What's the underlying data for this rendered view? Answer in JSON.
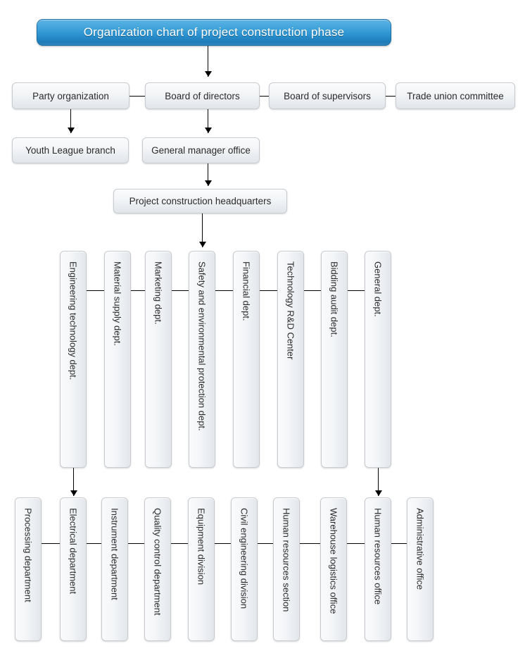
{
  "title": {
    "text": "Organization chart of project construction phase",
    "accent_color": "#2a90cf",
    "text_color": "#ffffff"
  },
  "theme": {
    "box_fill_top": "#fafbfc",
    "box_fill_bottom": "#e2e5e9",
    "box_border": "#c8ccd0",
    "line_color": "#000000",
    "background": "#ffffff"
  },
  "levels": {
    "level2": {
      "name": "governance-row",
      "nodes": [
        {
          "label": "Party organization"
        },
        {
          "label": "Board of directors"
        },
        {
          "label": "Board of supervisors"
        },
        {
          "label": "Trade union committee"
        }
      ]
    },
    "level3": {
      "name": "office-row",
      "nodes": [
        {
          "label": "Youth League branch"
        },
        {
          "label": "General manager office"
        }
      ]
    },
    "level4": {
      "name": "headquarters-row",
      "nodes": [
        {
          "label": "Project construction headquarters"
        }
      ]
    },
    "level5": {
      "name": "departments-row",
      "nodes": [
        {
          "label": "Engineering technology dept."
        },
        {
          "label": "Material supply dept."
        },
        {
          "label": "Marketing dept."
        },
        {
          "label": "Safety and environmental protection dept."
        },
        {
          "label": "Financial dept."
        },
        {
          "label": "Technology R&D Center"
        },
        {
          "label": "Bidding audit dept."
        },
        {
          "label": "General dept."
        }
      ]
    },
    "level6": {
      "name": "units-row",
      "nodes": [
        {
          "label": "Processing department"
        },
        {
          "label": "Electrical department"
        },
        {
          "label": "Instrument department"
        },
        {
          "label": "Quality control department"
        },
        {
          "label": "Equipment division"
        },
        {
          "label": "Civil engineering division"
        },
        {
          "label": "Human resources section"
        },
        {
          "label": "Warehouse logistics office"
        },
        {
          "label": "Human resources office"
        },
        {
          "label": "Administrative office"
        }
      ]
    }
  }
}
